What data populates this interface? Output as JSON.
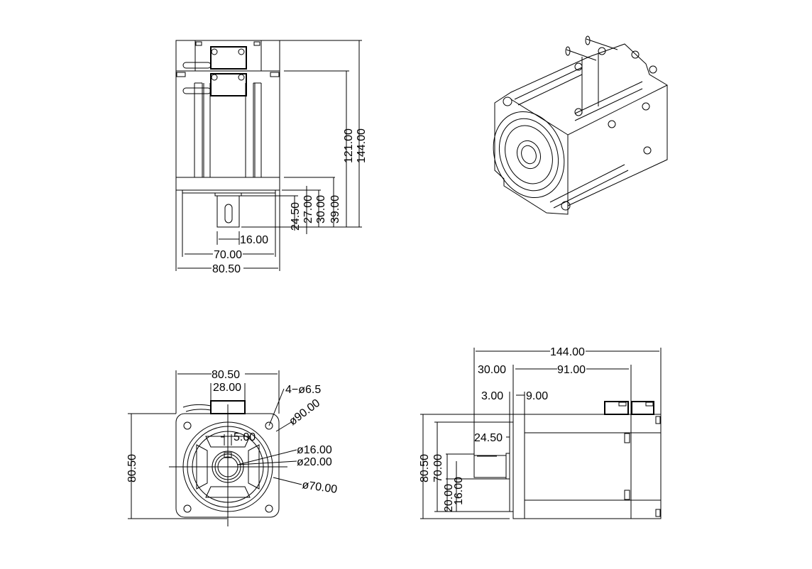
{
  "views": {
    "front_top": {
      "dims": {
        "overall_length": "144.00",
        "body_length": "121.00",
        "d39": "39.00",
        "d30": "30.00",
        "d27": "27.00",
        "d24_5": "24.50",
        "key_width": "16.00",
        "pilot": "70.00",
        "width": "80.50"
      }
    },
    "flange_view": {
      "dims": {
        "width": "80.50",
        "height": "80.50",
        "connector": "28.00",
        "holes": "4−ø6.5",
        "bolt_circle": "ø90.00",
        "key": "5.00",
        "shaft_dia": "ø16.00",
        "hub_dia": "ø20.00",
        "pilot_dia": "ø70.00"
      }
    },
    "side_view": {
      "dims": {
        "overall_length": "144.00",
        "shaft_length": "30.00",
        "body_length": "91.00",
        "flange_thk": "3.00",
        "step": "9.00",
        "key_len": "24.50",
        "height": "80.50",
        "pilot": "70.00",
        "shaft_dia": "20.00",
        "key_dia": "16.00"
      }
    }
  }
}
